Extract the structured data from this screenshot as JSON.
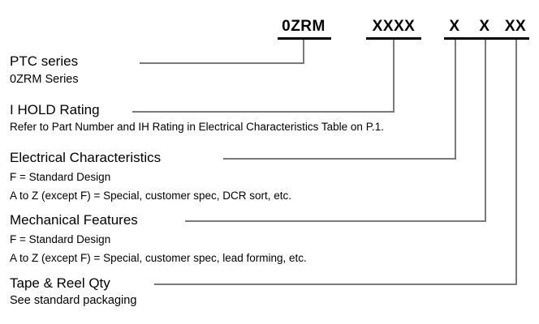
{
  "part_number": {
    "segments": [
      {
        "text": "0ZRM",
        "name": "segment-series"
      },
      {
        "text": "XXXX",
        "name": "segment-ihold"
      },
      {
        "text": "X",
        "name": "segment-electrical"
      },
      {
        "text": "X",
        "name": "segment-mechanical"
      },
      {
        "text": "XX",
        "name": "segment-tape-reel"
      }
    ]
  },
  "callouts": [
    {
      "heading": "PTC series",
      "lines": [
        "0ZRM Series"
      ]
    },
    {
      "heading": "I HOLD Rating",
      "lines": [
        "Refer to Part Number and IH Rating in Electrical Characteristics Table on P.1."
      ]
    },
    {
      "heading": "Electrical Characteristics",
      "lines": [
        "F = Standard Design",
        "A to Z (except F) = Special, customer spec, DCR sort, etc."
      ]
    },
    {
      "heading": "Mechanical Features",
      "lines": [
        "F = Standard Design",
        "A to Z (except F) = Special, customer spec, lead forming, etc."
      ]
    },
    {
      "heading": "Tape & Reel Qty",
      "lines": [
        "See standard packaging"
      ]
    }
  ],
  "colors": {
    "background": "#ffffff",
    "text": "#000000",
    "leader_line": "#7a7a7a",
    "underline_bar": "#000000"
  }
}
